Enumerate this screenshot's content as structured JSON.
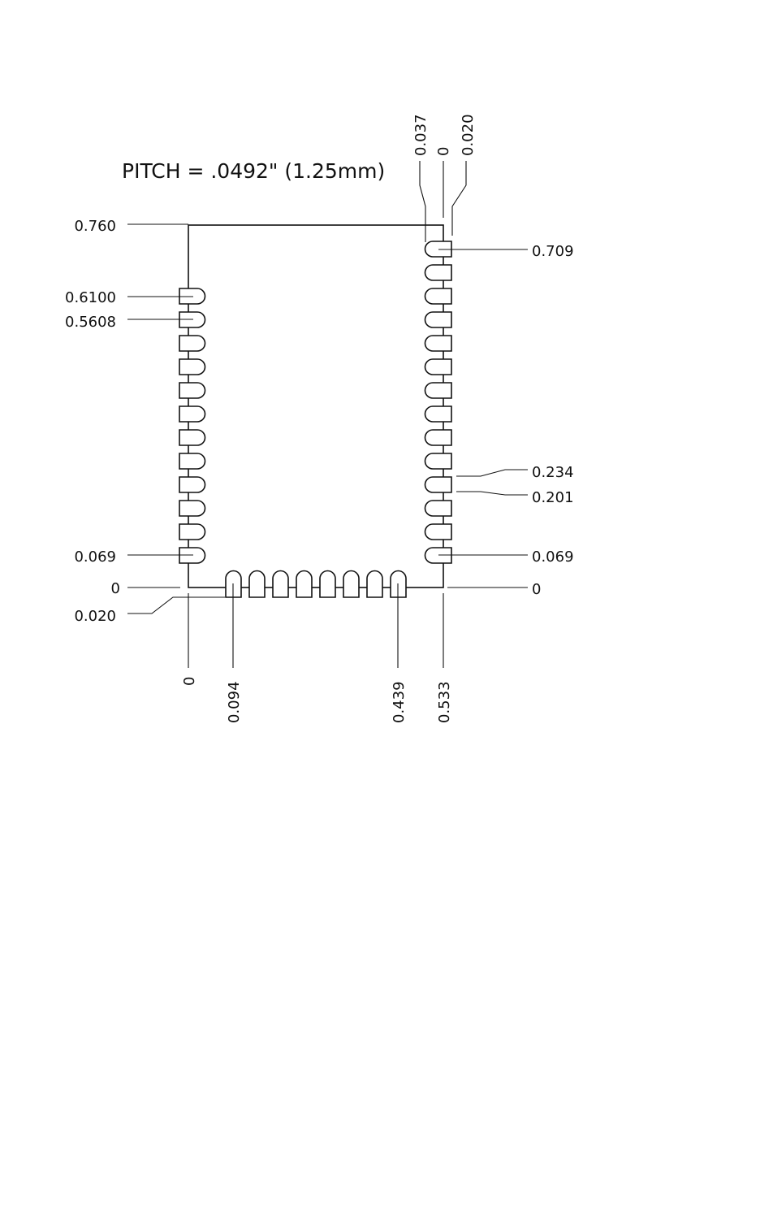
{
  "title": "PITCH = .0492\" (1.25mm)",
  "labels": {
    "top_0037": "0.037",
    "top_0": "0",
    "top_0020": "0.020",
    "left_0760": "0.760",
    "left_06100": "0.6100",
    "left_05608": "0.5608",
    "left_0069": "0.069",
    "left_0": "0",
    "left_0020": "0.020",
    "right_0709": "0.709",
    "right_0234": "0.234",
    "right_0201": "0.201",
    "right_0069": "0.069",
    "right_0": "0",
    "bottom_0": "0",
    "bottom_0094": "0.094",
    "bottom_0439": "0.439",
    "bottom_0533": "0.533"
  },
  "colors": {
    "line": "#111111",
    "background": "#ffffff"
  }
}
